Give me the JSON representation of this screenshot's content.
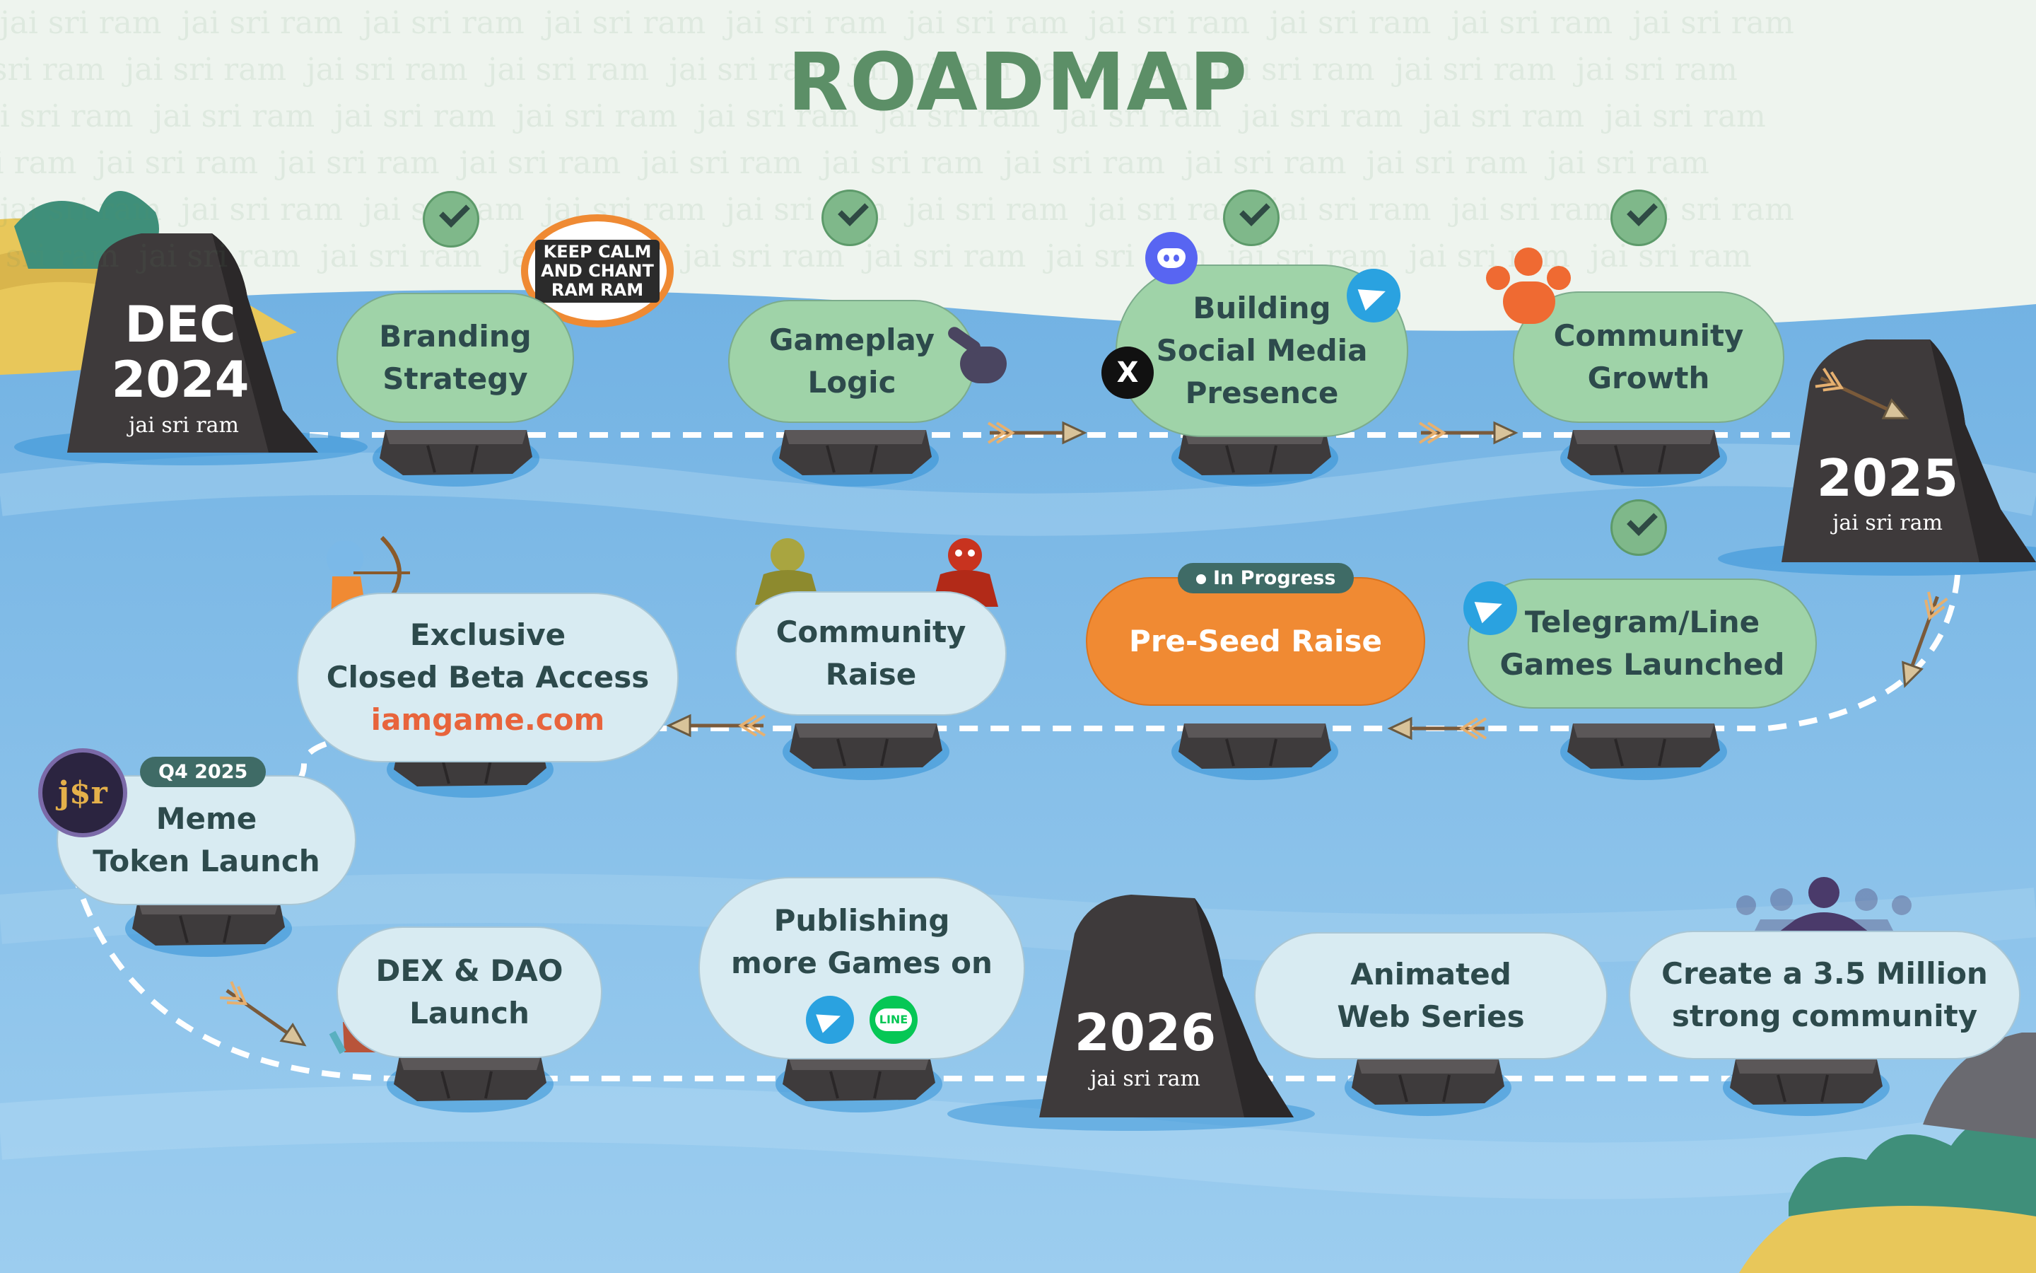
{
  "title": "ROADMAP",
  "watermark_text": "jai sri ram",
  "milestones": [
    {
      "label": "DEC\n2024",
      "sub": "jai sri ram"
    },
    {
      "label": "2025",
      "sub": "jai sri ram"
    },
    {
      "label": "2026",
      "sub": "jai sri ram"
    }
  ],
  "bubble": "KEEP CALM\nAND CHANT\nRAM RAM",
  "row1": [
    {
      "label": "Branding\nStrategy",
      "done": true
    },
    {
      "label": "Gameplay\nLogic",
      "done": true
    },
    {
      "label": "Building\nSocial Media\nPresence",
      "done": true
    },
    {
      "label": "Community\nGrowth",
      "done": true
    }
  ],
  "row2": [
    {
      "label": "Telegram/Line\nGames Launched",
      "done": true
    },
    {
      "label": "Pre-Seed Raise",
      "status": "In Progress"
    },
    {
      "label": "Community\nRaise"
    },
    {
      "label": "Exclusive\nClosed Beta Access",
      "link": "iamgame.com"
    }
  ],
  "row3": [
    {
      "label": "Meme\nToken Launch",
      "badge": "Q4 2025"
    },
    {
      "label": "DEX & DAO\nLaunch"
    },
    {
      "label": "Publishing\nmore Games on"
    },
    {
      "label": "Animated\nWeb Series"
    },
    {
      "label": "Create a 3.5 Million\nstrong community"
    }
  ],
  "icons": {
    "discord": "discord-icon",
    "telegram": "telegram-icon",
    "x": "x-icon",
    "line": "line-icon",
    "line_text": "LINE",
    "jsr_logo": "j$r",
    "community": "community-icon",
    "hand": "pointing-hand-icon"
  },
  "colors": {
    "sea": "#8cc4ea",
    "green_node": "#9fd3a8",
    "light_node": "#d8ebf2",
    "orange_node": "#f08a33",
    "title": "#5c8f67",
    "rock": "#3f3a3b"
  }
}
